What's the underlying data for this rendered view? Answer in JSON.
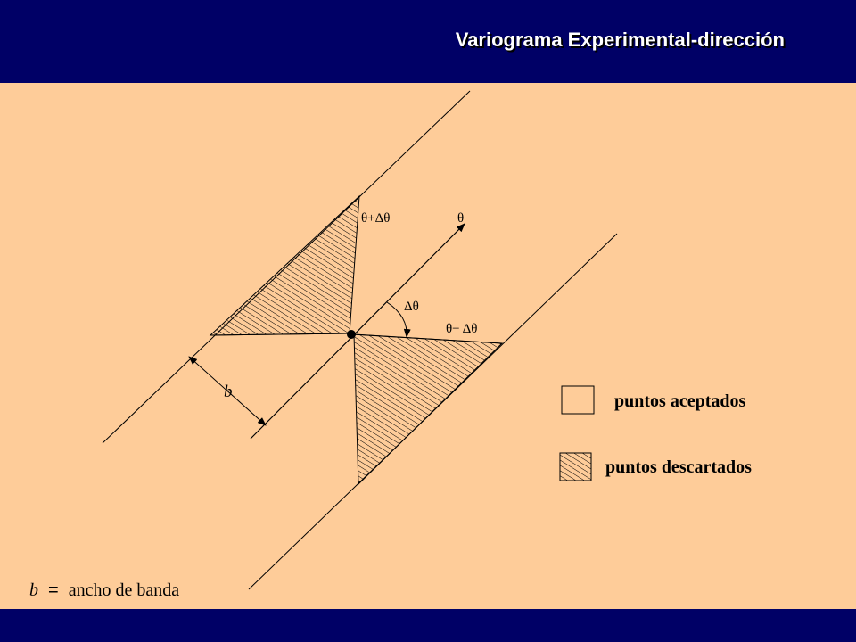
{
  "header": {
    "title": "Variograma Experimental-dirección"
  },
  "diagram": {
    "labels": {
      "theta": "θ",
      "theta_plus": "θ+Δθ",
      "theta_minus": "θ− Δθ",
      "delta_theta": "Δθ",
      "bandwidth_symbol": "b"
    }
  },
  "legend": {
    "accepted": "puntos aceptados",
    "discarded": "puntos descartados"
  },
  "footnote": {
    "symbol": "b",
    "equals": "=",
    "text": "ancho de banda"
  },
  "colors": {
    "background": "#fecc99",
    "header": "#000066",
    "lines": "#000000"
  }
}
